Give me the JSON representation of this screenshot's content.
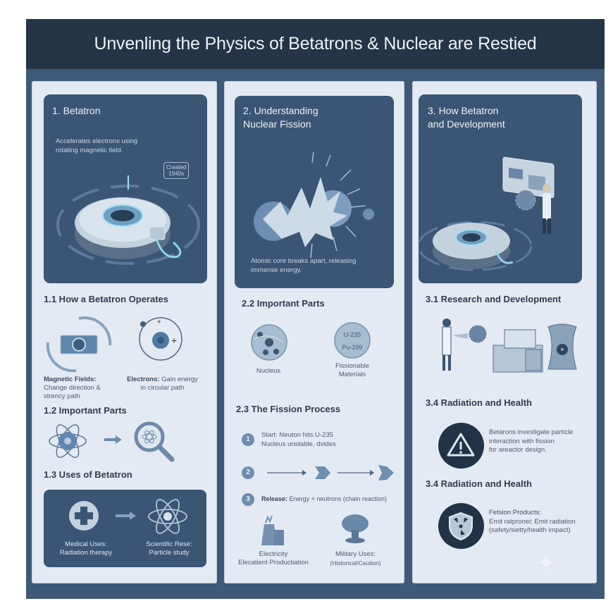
{
  "header": {
    "title": "Unvenling the Physics of Betatrons & Nuclear are Restied"
  },
  "columns": [
    {
      "hero": {
        "title": "1. Betatron",
        "text": "Accelerates electrons using rotating magnetic field.",
        "badge_line1": "Created",
        "badge_line2": "1940s"
      },
      "sections": {
        "operates": {
          "title": "1.1 How a Betatron Operates",
          "items": [
            {
              "label": "Magnetic Fields:",
              "text": "Change direction & strency path"
            },
            {
              "label": "Electrons:",
              "text": "Gain energy in circular path"
            }
          ]
        },
        "parts": {
          "title": "1.2 Important Parts"
        },
        "uses": {
          "title": "1.3 Uses of Betatron",
          "items": [
            {
              "label": "Medical Uses:",
              "text": "Radiation therapy"
            },
            {
              "label": "Scientific Rese:",
              "text": "Particle study"
            }
          ]
        }
      }
    },
    {
      "hero": {
        "title_line1": "2. Understanding",
        "title_line2": "Nuclear Fission",
        "text": "Atomic core breaks apart, releasing immense energy."
      },
      "sections": {
        "parts": {
          "title": "2.2 Important Parts",
          "items": [
            {
              "label": "Nucleus"
            },
            {
              "label_line1": "Fissionable",
              "label_line2": "Materials",
              "iso1": "U-235",
              "iso2": "Pu-299"
            }
          ]
        },
        "process": {
          "title": "2.3 The Fission Process",
          "steps": [
            {
              "num": "1",
              "line1": "Start: Neuton hits U-235",
              "line2": "Nucleus unstable, dvides"
            },
            {
              "num": "2"
            },
            {
              "num": "3",
              "label": "Release:",
              "text": "Energy + neutrons (chain reaction)"
            }
          ]
        },
        "applications": [
          {
            "line1": "Electricity",
            "line2": "Elecatient Productiation"
          },
          {
            "line1": "Military Uses:",
            "line2": "(Historical/Caution)"
          }
        ]
      }
    },
    {
      "hero": {
        "title_line1": "3. How Betatron",
        "title_line2": "and Development"
      },
      "sections": {
        "research": {
          "title": "3.1 Research and Development"
        },
        "radiation1": {
          "title": "3.4 Radiation and Health",
          "text_line1": "Betarons investigate particle",
          "text_line2": "interaction with fission",
          "text_line3": "for areactor design."
        },
        "radiation2": {
          "title": "3.4 Radiation and Health",
          "label": "Fetsion Products:",
          "text_line1": "Emit ratpronei; Emit radiation",
          "text_line2": "(safety/sietty/health impact)"
        }
      }
    }
  ],
  "colors": {
    "frame": "#3f5a78",
    "title_bar": "#253447",
    "panel": "#e4eaf1",
    "hero": "#3b5575",
    "accent": "#6e8db0"
  }
}
